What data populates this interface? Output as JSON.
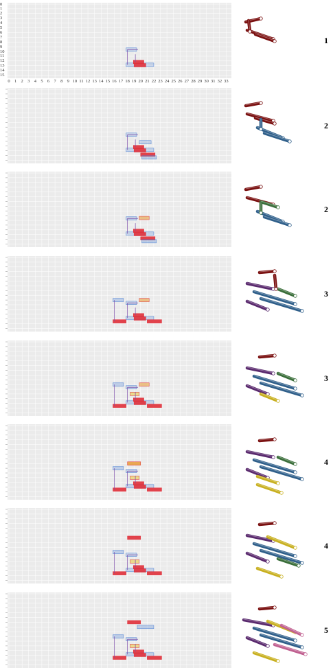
{
  "y_ticks": [
    "0",
    "1",
    "2",
    "3",
    "4",
    "5",
    "6",
    "7",
    "8",
    "9",
    "10",
    "11",
    "12",
    "13",
    "14",
    "15"
  ],
  "x_ticks": [
    "0",
    "1",
    "2",
    "3",
    "4",
    "5",
    "6",
    "7",
    "8",
    "9",
    "10",
    "11",
    "12",
    "13",
    "14",
    "15",
    "16",
    "17",
    "18",
    "19",
    "20",
    "21",
    "22",
    "23",
    "24",
    "25",
    "26",
    "27",
    "28",
    "29",
    "30",
    "31",
    "32",
    "33"
  ],
  "panels": [
    {
      "count": "1"
    },
    {
      "count": "2"
    },
    {
      "count": "2"
    },
    {
      "count": "3"
    },
    {
      "count": "3"
    },
    {
      "count": "4"
    },
    {
      "count": "4"
    },
    {
      "count": "5"
    }
  ],
  "colors": {
    "grid_bg": "#ebebeb",
    "red": "#e0303a",
    "blue": "#4a7fd4",
    "purple": "#7a4aa8",
    "dark_red": "#7a1010",
    "steel_blue": "#2f5f8a",
    "green": "#3a6e3a",
    "violet": "#5a2a6e",
    "yellow": "#c8b020",
    "pink": "#c06090"
  }
}
